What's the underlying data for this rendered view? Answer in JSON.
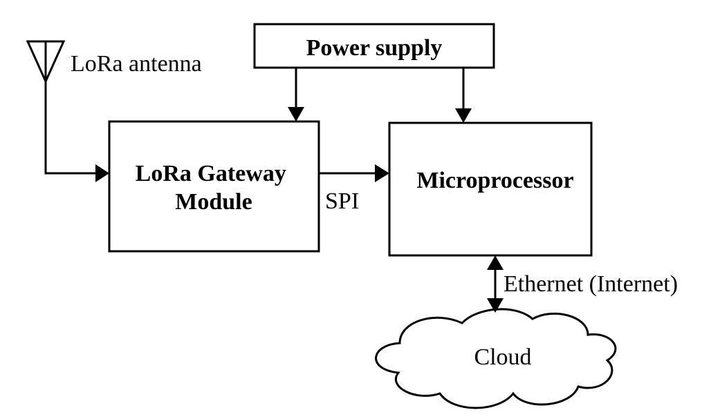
{
  "blocks": {
    "power_supply": "Power supply",
    "gateway_line1": "LoRa Gateway",
    "gateway_line2": "Module",
    "microprocessor": "Microprocessor",
    "cloud": "Cloud"
  },
  "labels": {
    "antenna": "LoRa antenna",
    "spi": "SPI",
    "ethernet": "Ethernet (Internet)"
  },
  "colors": {
    "stroke": "#000000",
    "background": "#ffffff"
  }
}
